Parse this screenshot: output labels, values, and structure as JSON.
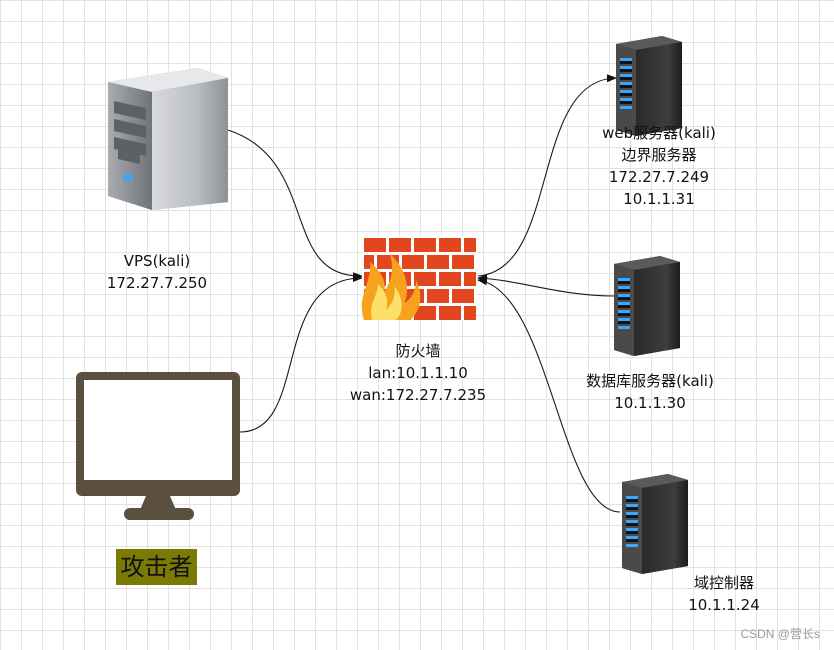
{
  "nodes": {
    "vps": {
      "name": "VPS(kali)",
      "ip": "172.27.7.250"
    },
    "attacker": {
      "badge": "攻击者"
    },
    "firewall": {
      "name": "防火墙",
      "lan": "lan:10.1.1.10",
      "wan": "wan:172.27.7.235"
    },
    "web_server": {
      "name": "web服务器(kali)",
      "role": "边界服务器",
      "ip1": "172.27.7.249",
      "ip2": "10.1.1.31"
    },
    "db_server": {
      "name": "数据库服务器(kali)",
      "ip": "10.1.1.30"
    },
    "domain_controller": {
      "name": "域控制器",
      "ip": "10.1.1.24"
    }
  },
  "colors": {
    "attacker_badge": "#7b7a05",
    "brick": "#e2461f",
    "server_body": "#2f2f2f",
    "server_led": "#3aa7ff",
    "monitor": "#5b4f3f"
  },
  "icons": [
    "tower-pc-icon",
    "monitor-icon",
    "firewall-icon",
    "rack-server-icon"
  ],
  "watermark": "CSDN @营长s"
}
